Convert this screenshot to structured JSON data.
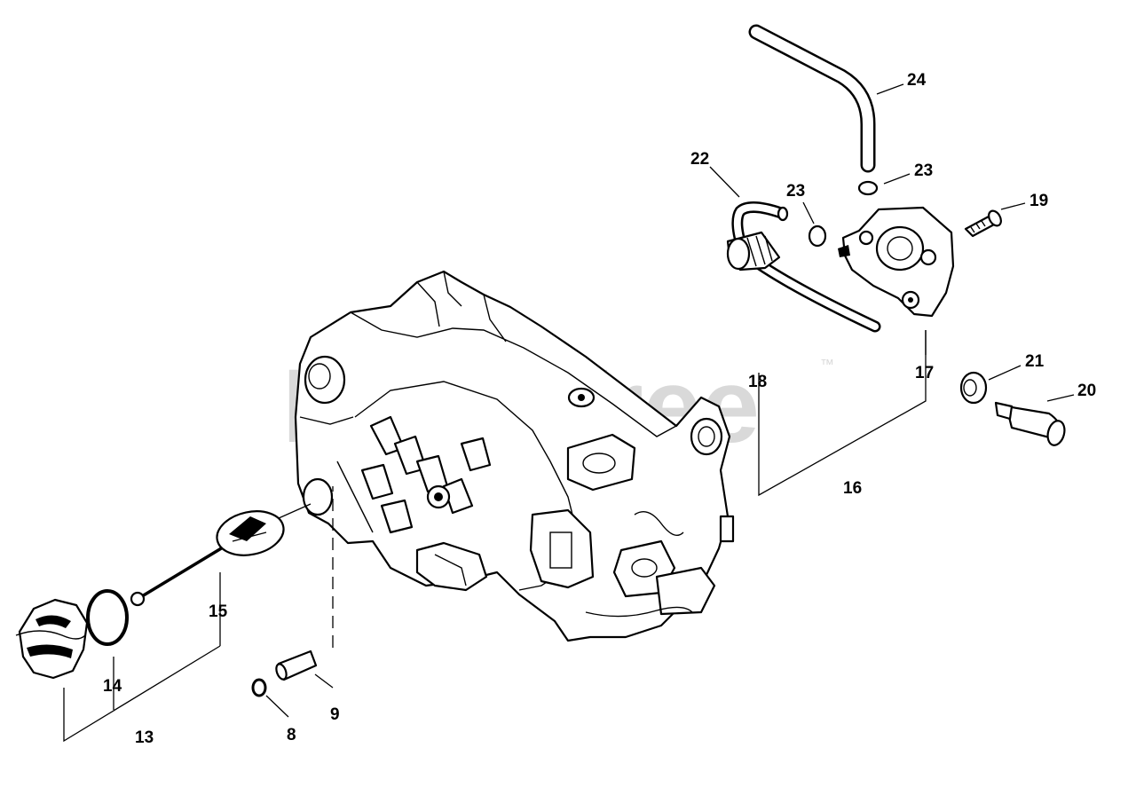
{
  "watermark": {
    "text": "PartsTree",
    "trademark": "™"
  },
  "callouts": [
    {
      "id": "8",
      "text": "8"
    },
    {
      "id": "9",
      "text": "9"
    },
    {
      "id": "13",
      "text": "13"
    },
    {
      "id": "14",
      "text": "14"
    },
    {
      "id": "15",
      "text": "15"
    },
    {
      "id": "16",
      "text": "16"
    },
    {
      "id": "17",
      "text": "17"
    },
    {
      "id": "18",
      "text": "18"
    },
    {
      "id": "19",
      "text": "19"
    },
    {
      "id": "20",
      "text": "20"
    },
    {
      "id": "21",
      "text": "21"
    },
    {
      "id": "22",
      "text": "22"
    },
    {
      "id": "23a",
      "text": "23"
    },
    {
      "id": "23b",
      "text": "23"
    },
    {
      "id": "24",
      "text": "24"
    }
  ]
}
